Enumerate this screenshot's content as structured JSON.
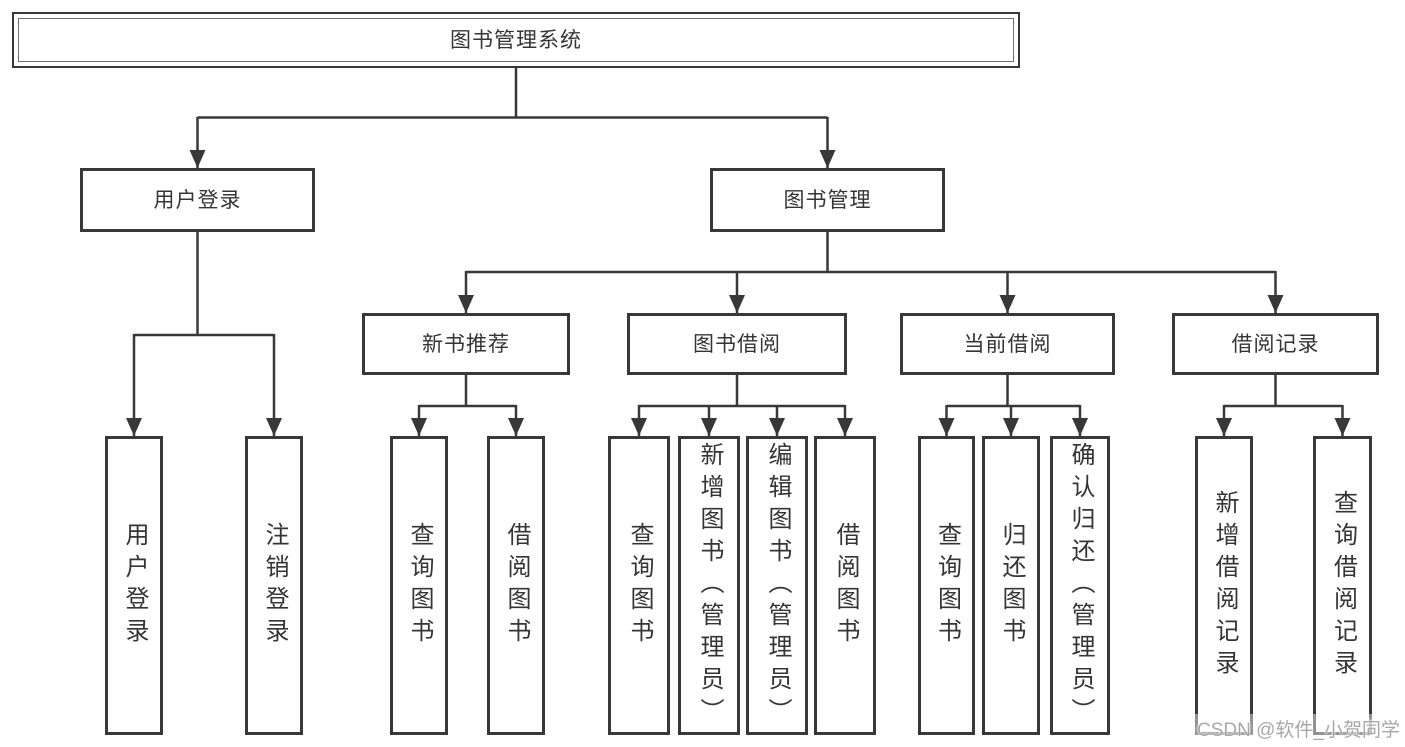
{
  "tree": {
    "root": "图书管理系统",
    "children": [
      {
        "label": "用户登录",
        "children": [
          "用户登录",
          "注销登录"
        ]
      },
      {
        "label": "图书管理",
        "children": [
          {
            "label": "新书推荐",
            "children": [
              "查询图书",
              "借阅图书"
            ]
          },
          {
            "label": "图书借阅",
            "children": [
              "查询图书",
              "新增图书（管理员）",
              "编辑图书（管理员）",
              "借阅图书"
            ]
          },
          {
            "label": "当前借阅",
            "children": [
              "查询图书",
              "归还图书",
              "确认归还（管理员）"
            ]
          },
          {
            "label": "借阅记录",
            "children": [
              "新增借阅记录",
              "查询借阅记录"
            ]
          }
        ]
      }
    ]
  },
  "watermark": {
    "text": "CSDN @软件_小贺同学"
  },
  "colors": {
    "line": "#383838",
    "border": "#383838",
    "text": "#353535",
    "background": "#ffffff",
    "watermark": "#a8a8a8"
  }
}
